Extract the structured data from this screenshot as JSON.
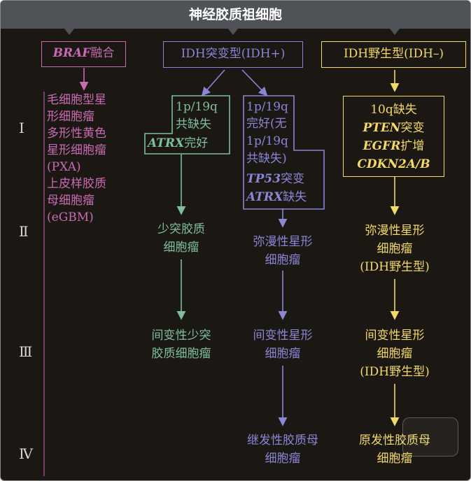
{
  "title": "神经胶质祖细胞",
  "grades": [
    "Ⅰ",
    "Ⅱ",
    "Ⅲ",
    "Ⅳ"
  ],
  "braf": {
    "header_italic": "BRAF",
    "header_rest": "融合",
    "lines": [
      "毛细胞型星",
      "形细胞瘤",
      "多形性黄色",
      "星形细胞瘤",
      "(PXA)",
      "上皮样胶质",
      "母细胞瘤",
      "(eGBM)"
    ]
  },
  "idh_mut": {
    "header": "IDH突变型(IDH+)",
    "codel": {
      "line1": "1p/19q",
      "line2": "共缺失",
      "line3_italic": "ATRX",
      "line3_rest": "完好"
    },
    "intact": {
      "line1": "1p/19q",
      "line2": "完好(无",
      "line3": "1p/19q",
      "line4": "共缺失)",
      "line5_italic": "TP53",
      "line5_rest": "突变",
      "line6_italic": "ATRX",
      "line6_rest": "缺失"
    },
    "oligo": [
      "少突胶质",
      "细胞瘤"
    ],
    "anaplastic_oligo": [
      "间变性少突",
      "胶质细胞瘤"
    ],
    "diffuse_astro": [
      "弥漫性星形",
      "细胞瘤"
    ],
    "anaplastic_astro": [
      "间变性星形",
      "细胞瘤"
    ],
    "secondary_gbm": [
      "继发性胶质母",
      "细胞瘤"
    ]
  },
  "idh_wt": {
    "header": "IDH野生型(IDH–)",
    "markers": {
      "line1": "10q缺失",
      "line2_italic": "PTEN",
      "line2_rest": "突变",
      "line3_italic": "EGFR",
      "line3_rest": "扩增",
      "line4_italic": "CDKN2A/B"
    },
    "diffuse_astro": [
      "弥漫性星形",
      "细胞瘤",
      "(IDH野生型)"
    ],
    "anaplastic_astro": [
      "间变性星形",
      "细胞瘤",
      "(IDH野生型)"
    ],
    "primary_gbm": [
      "原发性胶质母",
      "细胞瘤"
    ]
  },
  "colors": {
    "pink": "#c96ab2",
    "blue": "#8a85d4",
    "green": "#7fbd9f",
    "yellow": "#f3d86a",
    "background": "#1b1814",
    "title_bar": "#4f5256"
  }
}
